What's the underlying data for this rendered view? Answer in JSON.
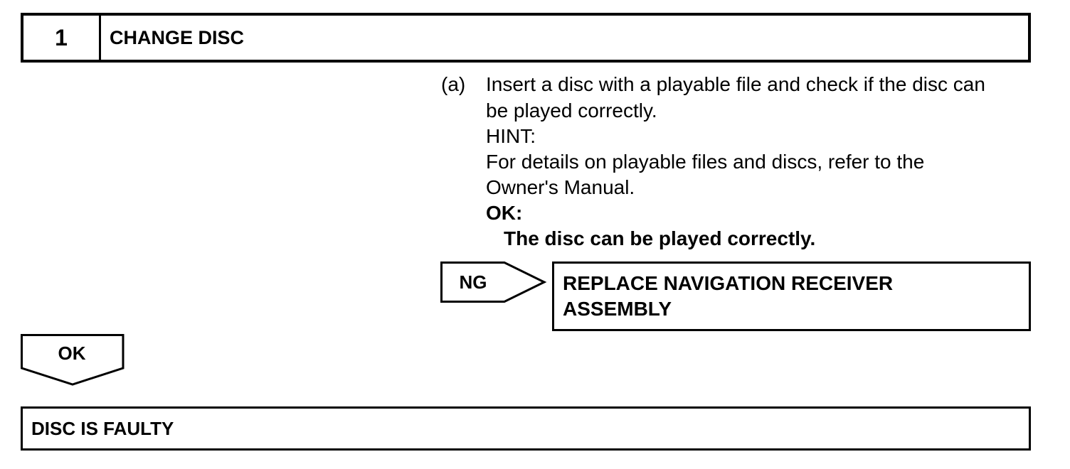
{
  "step": {
    "number": "1",
    "title": "CHANGE DISC"
  },
  "instruction": {
    "marker": "(a)",
    "lines": [
      "Insert a disc with a playable file and check if the disc can",
      "be played correctly.",
      "HINT:",
      "For details on playable files and discs, refer to the",
      "Owner's Manual."
    ],
    "ok_label": "OK:",
    "ok_condition": "The disc can be played correctly."
  },
  "ng_branch": {
    "label": "NG",
    "action_lines": [
      "REPLACE NAVIGATION RECEIVER",
      "ASSEMBLY"
    ]
  },
  "ok_branch": {
    "label": "OK"
  },
  "result": {
    "text": "DISC IS FAULTY"
  }
}
